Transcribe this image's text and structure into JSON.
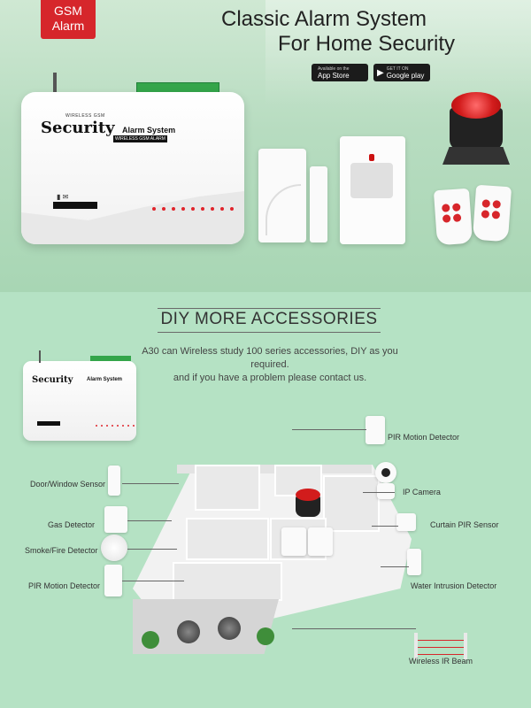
{
  "hero": {
    "badge_line1": "GSM",
    "badge_line2": "Alarm",
    "headline_line1": "Classic Alarm System",
    "headline_line2": "For Home Security",
    "app_store": {
      "small": "Available on the",
      "big": "App Store"
    },
    "google_play": {
      "small": "GET IT ON",
      "big": "Google play"
    }
  },
  "device": {
    "wireless_text": "WIRELESS GSM",
    "brand": "Security",
    "product": "Alarm System",
    "subline": "WIRELESS GSM ALARM"
  },
  "section": {
    "title": "DIY MORE ACCESSORIES",
    "desc_line1": "A30 can Wireless study 100 series accessories, DIY as you required.",
    "desc_line2": "and if you have a problem please contact us."
  },
  "small_device": {
    "brand": "Security",
    "product": "Alarm System"
  },
  "labels": {
    "pir_top": "PIR Motion Detector",
    "ip_camera": "IP Camera",
    "curtain_pir": "Curtain PIR Sensor",
    "water": "Water Intrusion Detector",
    "ir_beam": "Wireless IR Beam",
    "door_window": "Door/Window Sensor",
    "gas": "Gas Detector",
    "smoke": "Smoke/Fire Detector",
    "pir_left": "PIR Motion Detector"
  },
  "colors": {
    "accent_red": "#d6262b",
    "terminal_green": "#34a54a",
    "background_green": "#b5e2c4"
  },
  "icons": [
    "antenna-icon",
    "signal-icon",
    "envelope-icon",
    "apple-icon",
    "google-play-icon"
  ]
}
